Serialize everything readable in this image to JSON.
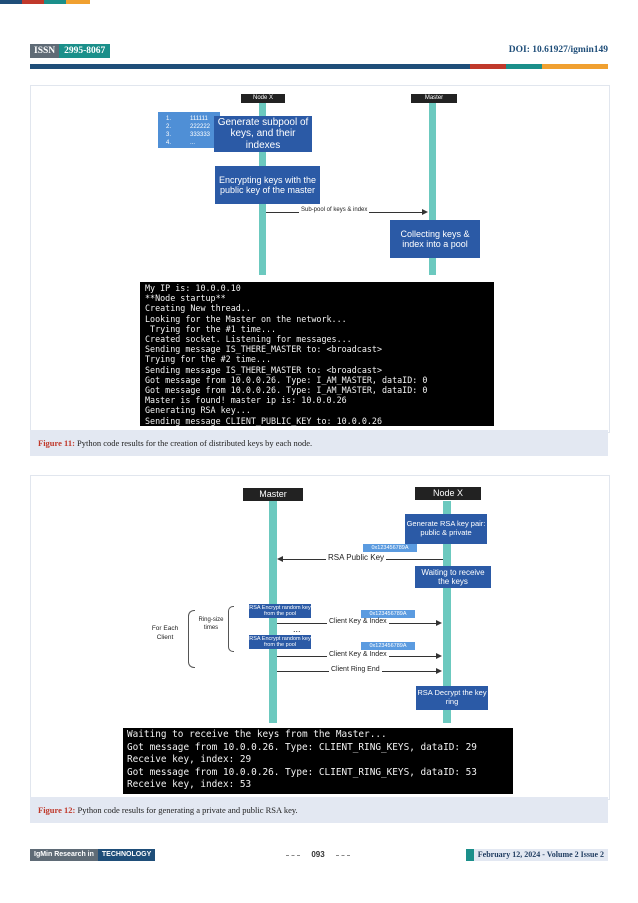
{
  "header": {
    "issn_label": "ISSN",
    "issn_value": "2995-8067",
    "doi": "DOI: 10.61927/igmin149"
  },
  "colors": {
    "strip": [
      "#1f4e79",
      "#c0392b",
      "#1b8f8a",
      "#f0a030"
    ],
    "bar": [
      "#1f4e79",
      "#c0392b",
      "#1b8f8a",
      "#f0a030"
    ],
    "box_blue": "#2b5aa6",
    "lifeline": "#6cc9bf"
  },
  "figure11": {
    "node_x": "Node X",
    "master": "Master",
    "list_items": [
      "1.",
      "2.",
      "3.",
      "4."
    ],
    "list_vals": [
      "111111",
      "222222",
      "333333",
      "..."
    ],
    "box_generate": "Generate subpool of keys, and their indexes",
    "box_encrypt": "Encrypting keys with the public key of the master",
    "arrow_label": "Sub-pool of keys & index",
    "box_collect": "Collecting keys & index into a pool",
    "terminal": [
      "My IP is: 10.0.0.10",
      "**Node startup**",
      "Creating New thread..",
      "Looking for the Master on the network...",
      " Trying for the #1 time...",
      "Created socket. Listening for messages...",
      "Sending message IS_THERE_MASTER to: <broadcast>",
      "Trying for the #2 time...",
      "Sending message IS_THERE_MASTER to: <broadcast>",
      "Got message from 10.0.0.26. Type: I_AM_MASTER, dataID: 0",
      "Got message from 10.0.0.26. Type: I_AM_MASTER, dataID: 0",
      "Master is found! master ip is: 10.0.0.26",
      "Generating RSA key...",
      "Sending message CLIENT_PUBLIC_KEY to: 10.0.0.26"
    ],
    "caption_label": "Figure 11:",
    "caption_text": "Python code results for the creation of distributed keys by each node."
  },
  "figure12": {
    "master": "Master",
    "node_x": "Node X",
    "box_generate": "Generate RSA key pair: public & private",
    "hex1": "0x123456789A",
    "rsa_public_key": "RSA Public Key",
    "box_waiting": "Waiting to receive the keys",
    "for_each_client": "For Each Client",
    "ring_size_times": "Ring-size times",
    "enc_random_1": "RSA Encrypt random key from the pool",
    "hex2": "0x123456789A",
    "client_key_index_1": "Client Key & Index",
    "dots": "...",
    "enc_random_2": "RSA Encrypt random key from the pool",
    "hex3": "0x123456789A",
    "client_key_index_2": "Client Key & Index",
    "client_ring_end": "Client Ring End",
    "box_decrypt": "RSA Decrypt the key ring",
    "terminal": [
      "Waiting to receive the keys from the Master...",
      "Got message from 10.0.0.26. Type: CLIENT_RING_KEYS, dataID: 29",
      "Receive key, index: 29",
      "Got message from 10.0.0.26. Type: CLIENT_RING_KEYS, dataID: 53",
      "Receive key, index: 53"
    ],
    "caption_label": "Figure 12:",
    "caption_text": "Python code results for generating a private and public RSA key."
  },
  "footer": {
    "journal_a": "IgMin Research in",
    "journal_b": "TECHNOLOGY",
    "page": "093",
    "date": "February 12, 2024 - Volume 2 Issue 2"
  }
}
